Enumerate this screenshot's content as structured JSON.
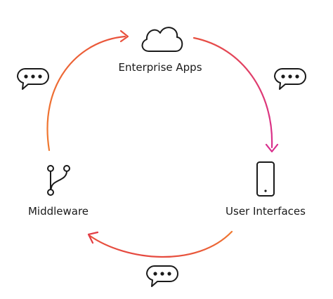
{
  "nodes": {
    "top": {
      "label": "Enterprise Apps",
      "icon": "cloud-icon"
    },
    "right": {
      "label": "User Interfaces",
      "icon": "smartphone-icon"
    },
    "left": {
      "label": "Middleware",
      "icon": "git-branch-icon"
    }
  },
  "chat_icons": [
    "chat-bubble-icon",
    "chat-bubble-icon",
    "chat-bubble-icon"
  ],
  "colors": {
    "orange": "#ec6a35",
    "magenta": "#d9348a",
    "red_orange": "#e24c42",
    "icon_stroke": "#1a1a1a",
    "text": "#1a1a1a"
  }
}
